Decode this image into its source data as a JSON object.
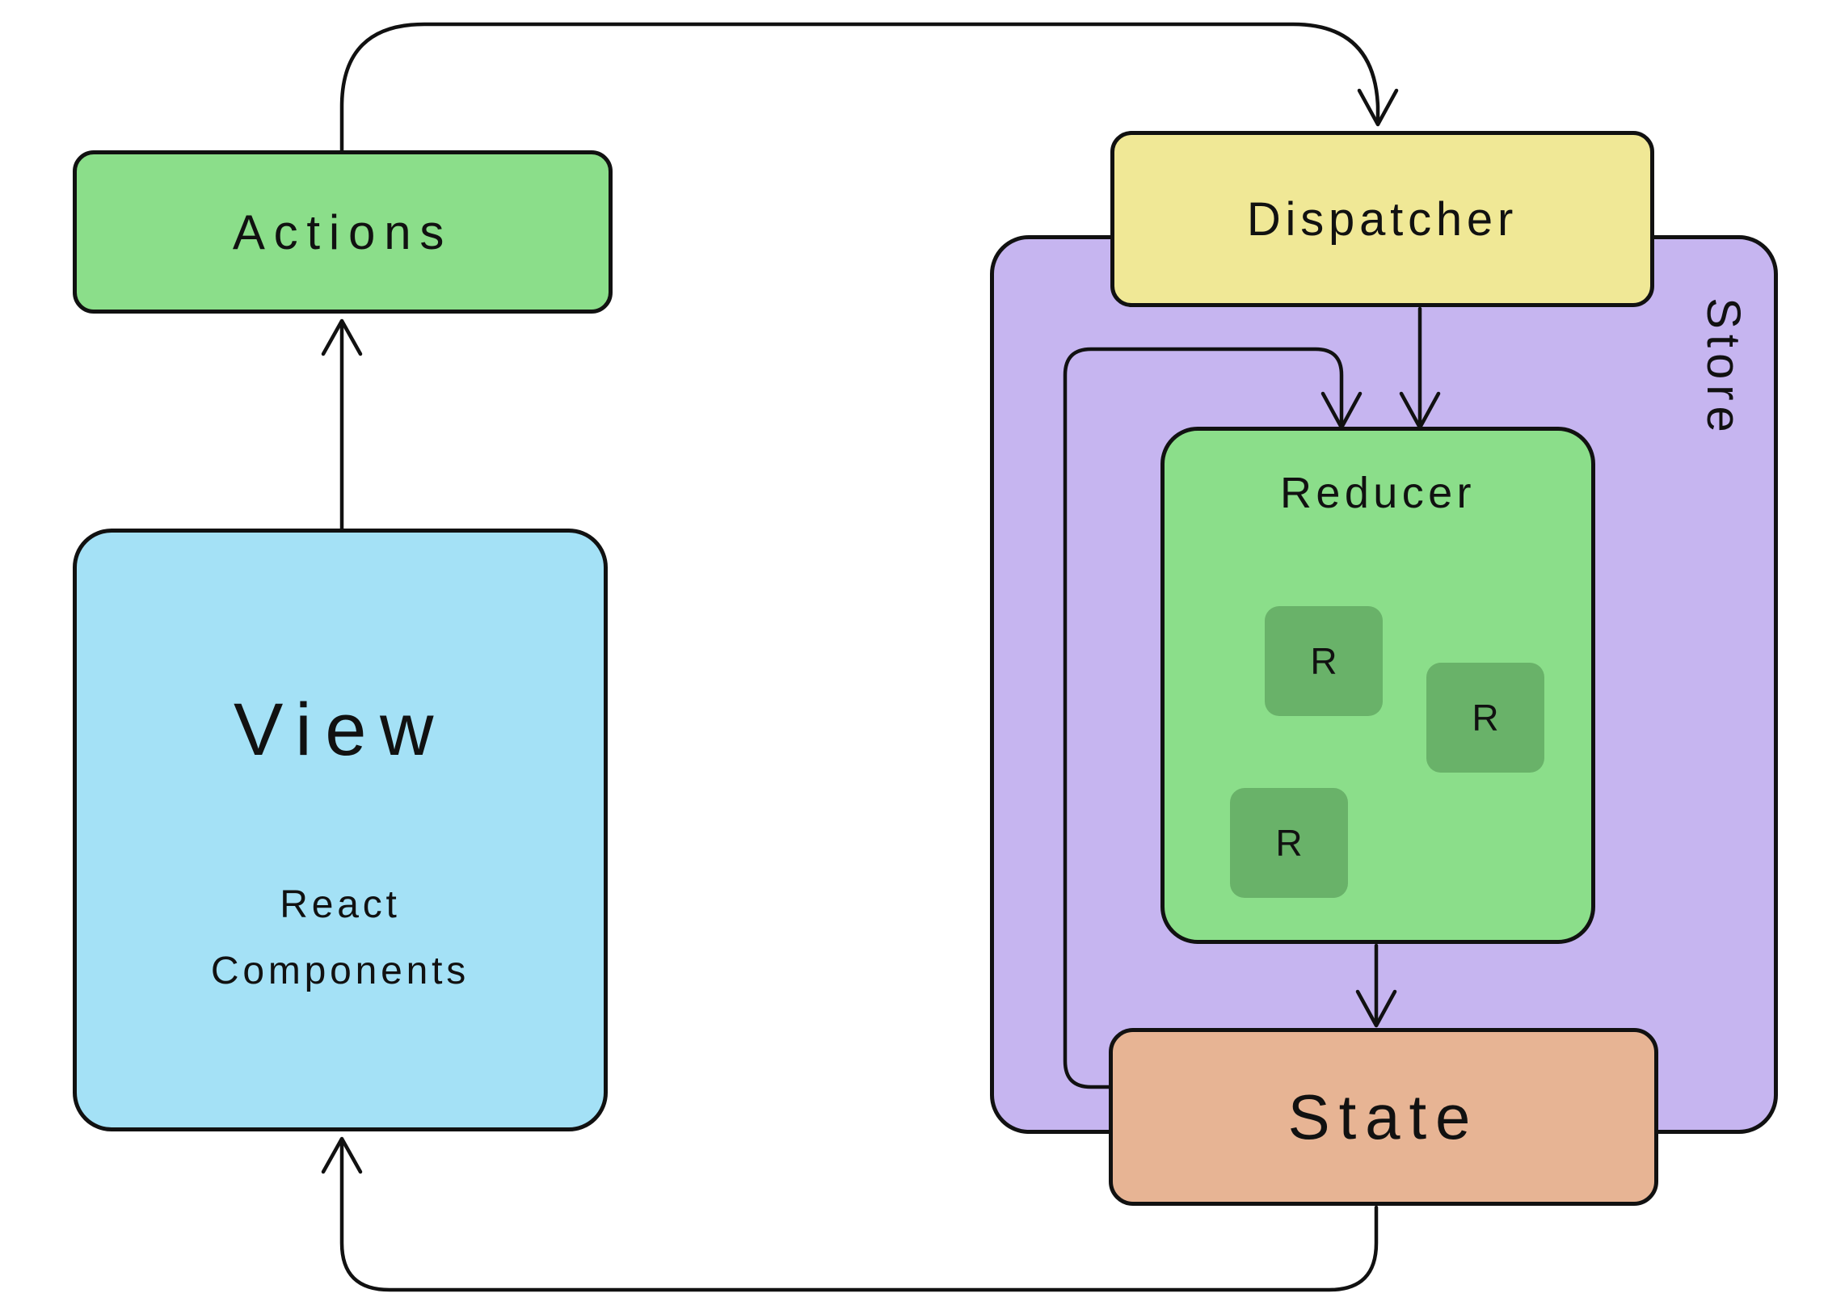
{
  "diagram": {
    "nodes": {
      "actions": {
        "label": "Actions"
      },
      "view": {
        "label": "View",
        "subtitle_line1": "React",
        "subtitle_line2": "Components"
      },
      "dispatcher": {
        "label": "Dispatcher"
      },
      "store": {
        "label": "Store"
      },
      "reducer": {
        "label": "Reducer",
        "sub_reducers": [
          "R",
          "R",
          "R"
        ]
      },
      "state": {
        "label": "State"
      }
    },
    "edges": [
      {
        "from": "view",
        "to": "actions",
        "style": "straight-up"
      },
      {
        "from": "actions",
        "to": "dispatcher",
        "style": "curve-over-top"
      },
      {
        "from": "dispatcher",
        "to": "reducer",
        "style": "straight-down"
      },
      {
        "from": "state",
        "to": "reducer",
        "style": "loop-up-inside-store"
      },
      {
        "from": "reducer",
        "to": "state",
        "style": "straight-down"
      },
      {
        "from": "state",
        "to": "view",
        "style": "curve-under-bottom"
      }
    ]
  },
  "colors": {
    "bg": "#ffffff",
    "ink": "#111111",
    "green": "#8BDE8A",
    "green-dark": "#69B269",
    "blue": "#A4E1F6",
    "purple": "#C6B5F0",
    "yellow": "#F0E896",
    "salmon": "#E7B494"
  }
}
